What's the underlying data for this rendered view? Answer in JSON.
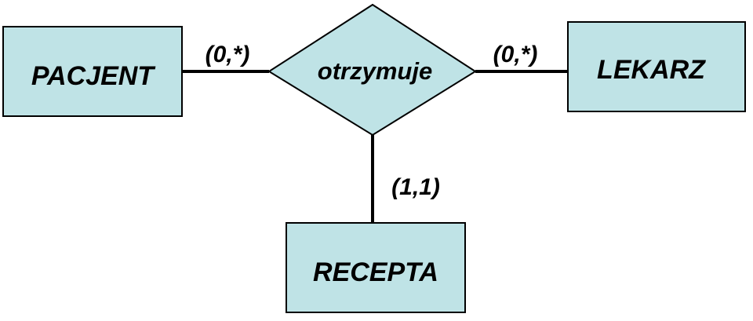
{
  "colors": {
    "shape_fill": "#bfe3e6",
    "stroke": "#000000",
    "text": "#000000",
    "background": "#ffffff"
  },
  "entities": {
    "pacjent": "PACJENT",
    "lekarz": "LEKARZ",
    "recepta": "RECEPTA"
  },
  "relationship": {
    "label": "otrzymuje"
  },
  "cardinalities": {
    "pacjent": "(0,*)",
    "lekarz": "(0,*)",
    "recepta": "(1,1)"
  }
}
